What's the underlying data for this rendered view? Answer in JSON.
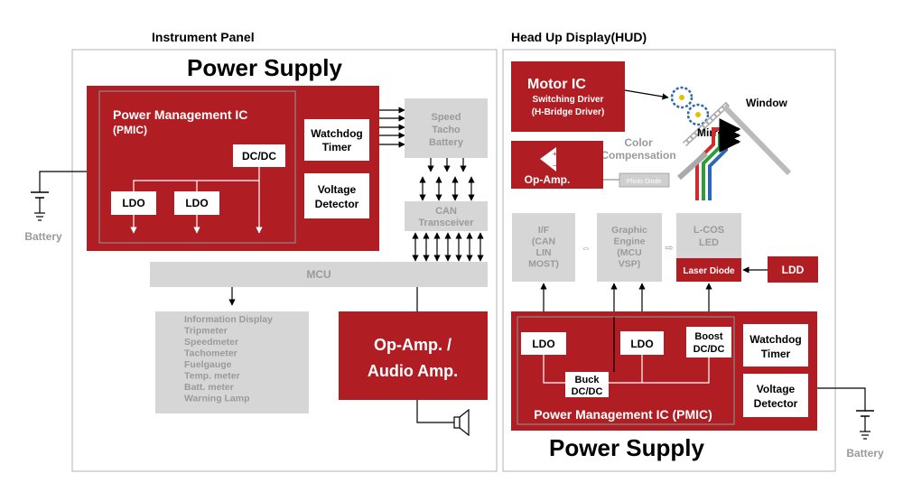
{
  "left": {
    "title": "Instrument Panel",
    "power_supply": "Power Supply",
    "pmic_line1": "Power Management IC",
    "pmic_line2": "(PMIC)",
    "dcdc": "DC/DC",
    "ldo1": "LDO",
    "ldo2": "LDO",
    "watchdog_line1": "Watchdog",
    "watchdog_line2": "Timer",
    "voltage_line1": "Voltage",
    "voltage_line2": "Detector",
    "speed_line1": "Speed",
    "speed_line2": "Tacho",
    "speed_line3": "Battery",
    "can_line1": "CAN",
    "can_line2": "Transceiver",
    "mcu": "MCU",
    "info_items": [
      "Information Display",
      "Tripmeter",
      "Speedmeter",
      "Tachometer",
      "Fuelgauge",
      "Temp. meter",
      "Batt. meter",
      "Warning Lamp"
    ],
    "opamp_line1": "Op-Amp. /",
    "opamp_line2": "Audio Amp.",
    "battery": "Battery"
  },
  "right": {
    "title": "Head Up Display(HUD)",
    "motor_line1": "Motor IC",
    "motor_line2": "Switching Driver",
    "motor_line3": "(H-Bridge Driver)",
    "mirror": "Mirror",
    "window": "Window",
    "color_line1": "Color",
    "color_line2": "Compensation",
    "opamp": "Op-Amp.",
    "photo_diode": "Photo Diode",
    "if_lines": [
      "I/F",
      "(CAN",
      "LIN",
      "MOST)"
    ],
    "ge_lines": [
      "Graphic",
      "Engine",
      "(MCU",
      "VSP)"
    ],
    "lcos_line1": "L-COS",
    "lcos_line2": "LED",
    "laser_diode": "Laser Diode",
    "ldd": "LDD",
    "ldo1": "LDO",
    "ldo2": "LDO",
    "boost_line1": "Boost",
    "boost_line2": "DC/DC",
    "buck_line1": "Buck",
    "buck_line2": "DC/DC",
    "pmic": "Power Management IC (PMIC)",
    "watchdog_line1": "Watchdog",
    "watchdog_line2": "Timer",
    "voltage_line1": "Voltage",
    "voltage_line2": "Detector",
    "power_supply": "Power Supply",
    "battery": "Battery"
  },
  "colors": {
    "red": "#b01e23",
    "grey_box": "#d6d6d6",
    "grey_text": "#9a9a9a"
  }
}
